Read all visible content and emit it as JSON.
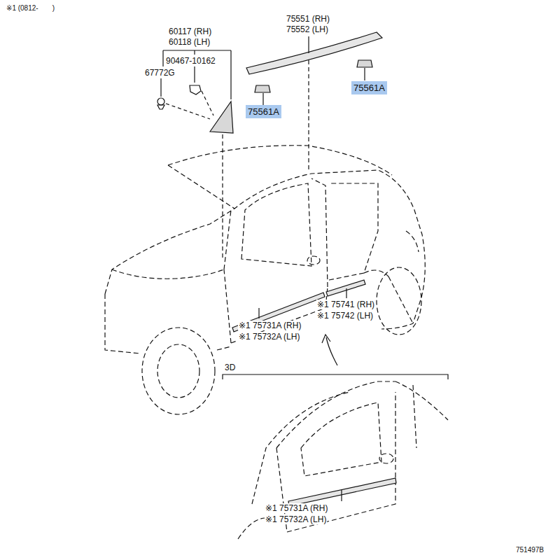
{
  "diagram": {
    "nodes": [
      {
        "text": [
          "75561A"
        ]
      },
      {
        "text": [
          "75561A"
        ]
      }
    ],
    "labels": [
      "※1 (0812-　　)",
      "60117 (RH)",
      "60118 (LH)",
      "90467-10162",
      "67772G",
      "75551 (RH)",
      "75552 (LH)",
      "※1 75741 (RH)",
      "※1 75742 (LH)",
      "※1 75731A (RH)",
      "※1 75732A (LH)",
      "3D",
      "※1 75731A (RH)",
      "※1 75732A (LH)",
      "751497B"
    ]
  }
}
